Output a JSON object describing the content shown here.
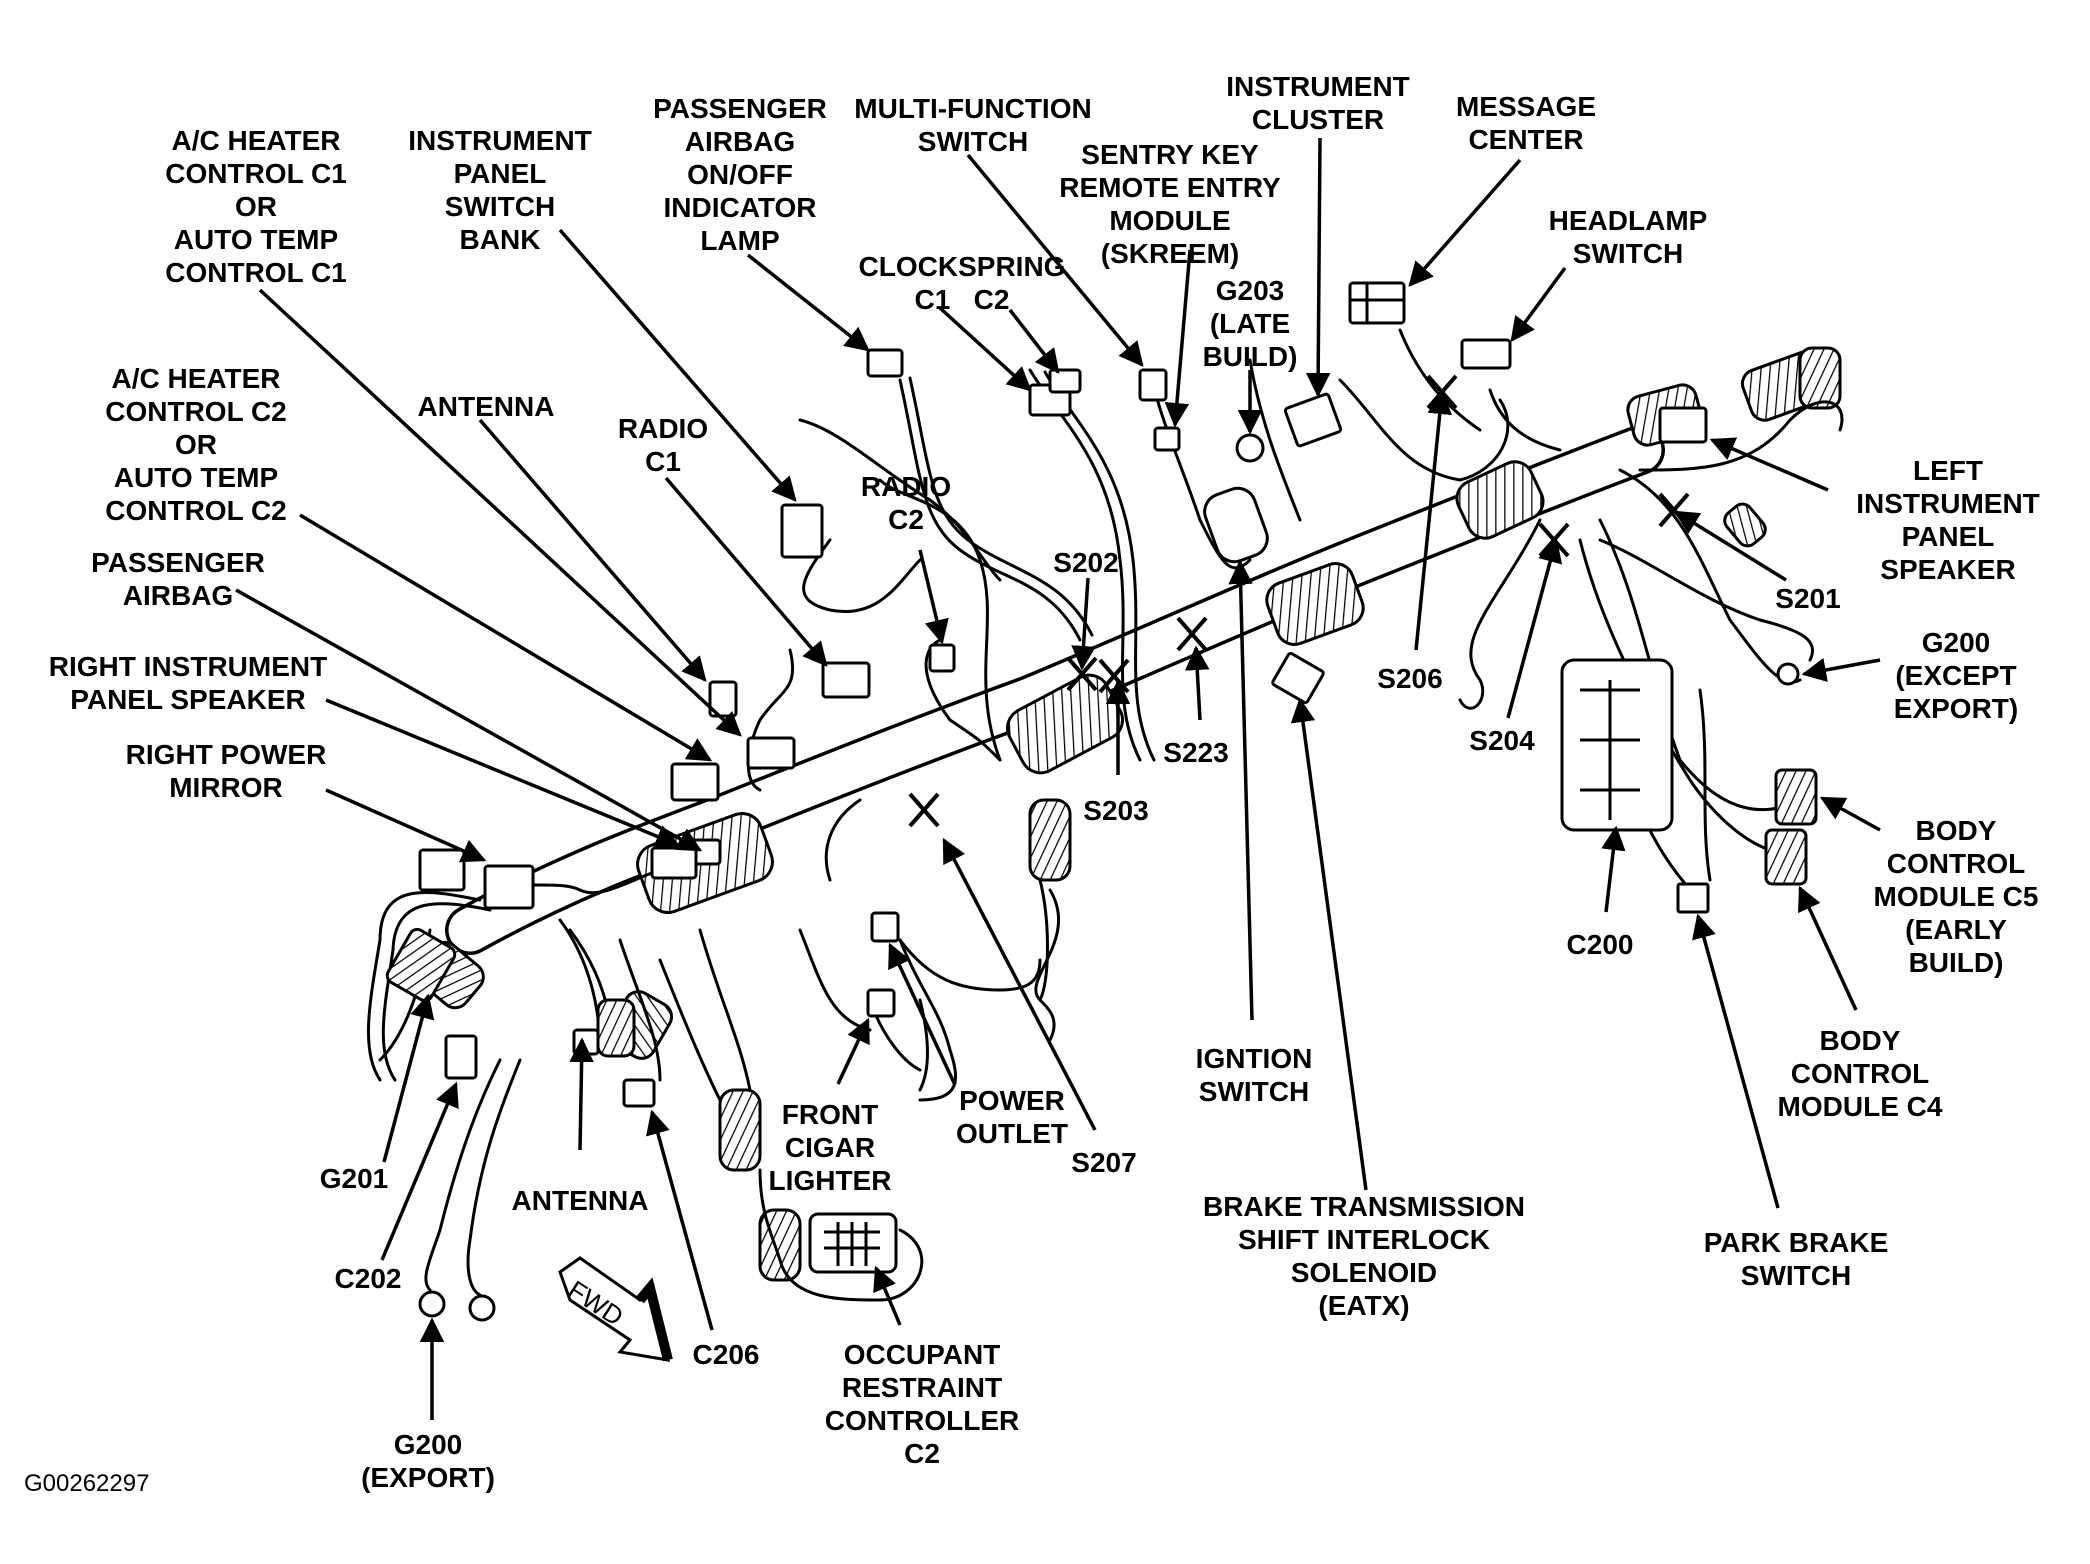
{
  "figure_id": "G00262297",
  "fwd_label": "FWD",
  "labels": {
    "ac_heater_c1": "A/C HEATER\nCONTROL C1\nOR\nAUTO TEMP\nCONTROL C1",
    "ip_switch_bank": "INSTRUMENT\nPANEL\nSWITCH\nBANK",
    "passenger_airbag_lamp": "PASSENGER\nAIRBAG\nON/OFF\nINDICATOR\nLAMP",
    "multi_function_switch": "MULTI-FUNCTION\nSWITCH",
    "instrument_cluster": "INSTRUMENT\nCLUSTER",
    "message_center": "MESSAGE\nCENTER",
    "skreem": "SENTRY KEY\nREMOTE ENTRY\nMODULE\n(SKREEM)",
    "clockspring": "CLOCKSPRING\nC1   C2",
    "headlamp_switch": "HEADLAMP\nSWITCH",
    "g203": "G203\n(LATE\nBUILD)",
    "ac_heater_c2": "A/C HEATER\nCONTROL C2\nOR\nAUTO TEMP\nCONTROL C2",
    "antenna_top": "ANTENNA",
    "radio_c1": "RADIO\nC1",
    "radio_c2": "RADIO\nC2",
    "passenger_airbag": "PASSENGER\nAIRBAG",
    "right_ip_speaker": "RIGHT INSTRUMENT\nPANEL SPEAKER",
    "right_power_mirror": "RIGHT POWER\nMIRROR",
    "s202": "S202",
    "s203": "S203",
    "s223": "S223",
    "s206": "S206",
    "s204": "S204",
    "s201": "S201",
    "s207": "S207",
    "left_ip_speaker": "LEFT\nINSTRUMENT\nPANEL\nSPEAKER",
    "g200_except_export": "G200\n(EXCEPT\nEXPORT)",
    "bcm_c5": "BODY\nCONTROL\nMODULE C5\n(EARLY\nBUILD)",
    "bcm_c4": "BODY\nCONTROL\nMODULE C4",
    "c200": "C200",
    "park_brake_switch": "PARK BRAKE\nSWITCH",
    "brake_shift_interlock": "BRAKE TRANSMISSION\nSHIFT INTERLOCK\nSOLENOID\n(EATX)",
    "ignition_switch": "IGNTION\nSWITCH",
    "power_outlet": "POWER\nOUTLET",
    "front_cigar_lighter": "FRONT\nCIGAR\nLIGHTER",
    "occupant_restraint_c2": "OCCUPANT\nRESTRAINT\nCONTROLLER\nC2",
    "c206": "C206",
    "antenna_bottom": "ANTENNA",
    "g201": "G201",
    "c202": "C202",
    "g200_export": "G200\n(EXPORT)"
  }
}
